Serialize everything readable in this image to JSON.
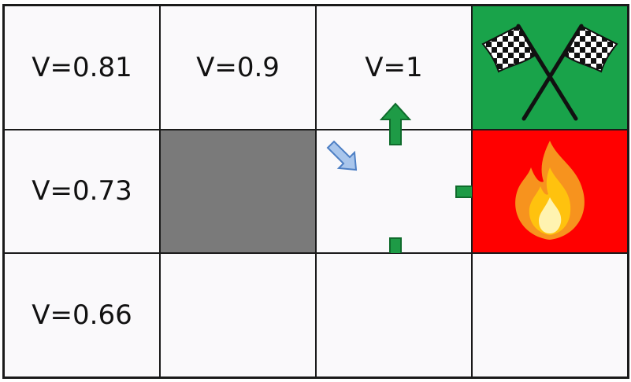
{
  "grid": {
    "rows": 3,
    "cols": 4,
    "cells": [
      {
        "row": 0,
        "col": 0,
        "type": "state",
        "label": "V=0.81"
      },
      {
        "row": 0,
        "col": 1,
        "type": "state",
        "label": "V=0.9"
      },
      {
        "row": 0,
        "col": 2,
        "type": "state",
        "label": "V=1"
      },
      {
        "row": 0,
        "col": 3,
        "type": "goal",
        "icon": "checkered-flags-icon",
        "color": "#19a34a"
      },
      {
        "row": 1,
        "col": 0,
        "type": "state",
        "label": "V=0.73"
      },
      {
        "row": 1,
        "col": 1,
        "type": "wall",
        "color": "#7a7a7a"
      },
      {
        "row": 1,
        "col": 2,
        "type": "state",
        "label": ""
      },
      {
        "row": 1,
        "col": 3,
        "type": "hazard",
        "icon": "fire-icon",
        "color": "#ff0000"
      },
      {
        "row": 2,
        "col": 0,
        "type": "state",
        "label": "V=0.66"
      },
      {
        "row": 2,
        "col": 1,
        "type": "state",
        "label": ""
      },
      {
        "row": 2,
        "col": 2,
        "type": "state",
        "label": ""
      },
      {
        "row": 2,
        "col": 3,
        "type": "state",
        "label": ""
      }
    ]
  },
  "arrows": [
    {
      "cell": [
        1,
        2
      ],
      "direction": "up",
      "color": "#1e9b46",
      "icon": "arrow-up-icon"
    },
    {
      "cell": [
        1,
        2
      ],
      "direction": "right",
      "color": "#1e9b46",
      "icon": "arrow-right-icon"
    },
    {
      "cell": [
        1,
        2
      ],
      "direction": "down",
      "color": "#1e9b46",
      "icon": "arrow-down-icon"
    },
    {
      "cell": [
        1,
        2
      ],
      "direction": "incoming-down-right",
      "color": "#a9c6ec",
      "icon": "arrow-diagonal-icon"
    }
  ]
}
